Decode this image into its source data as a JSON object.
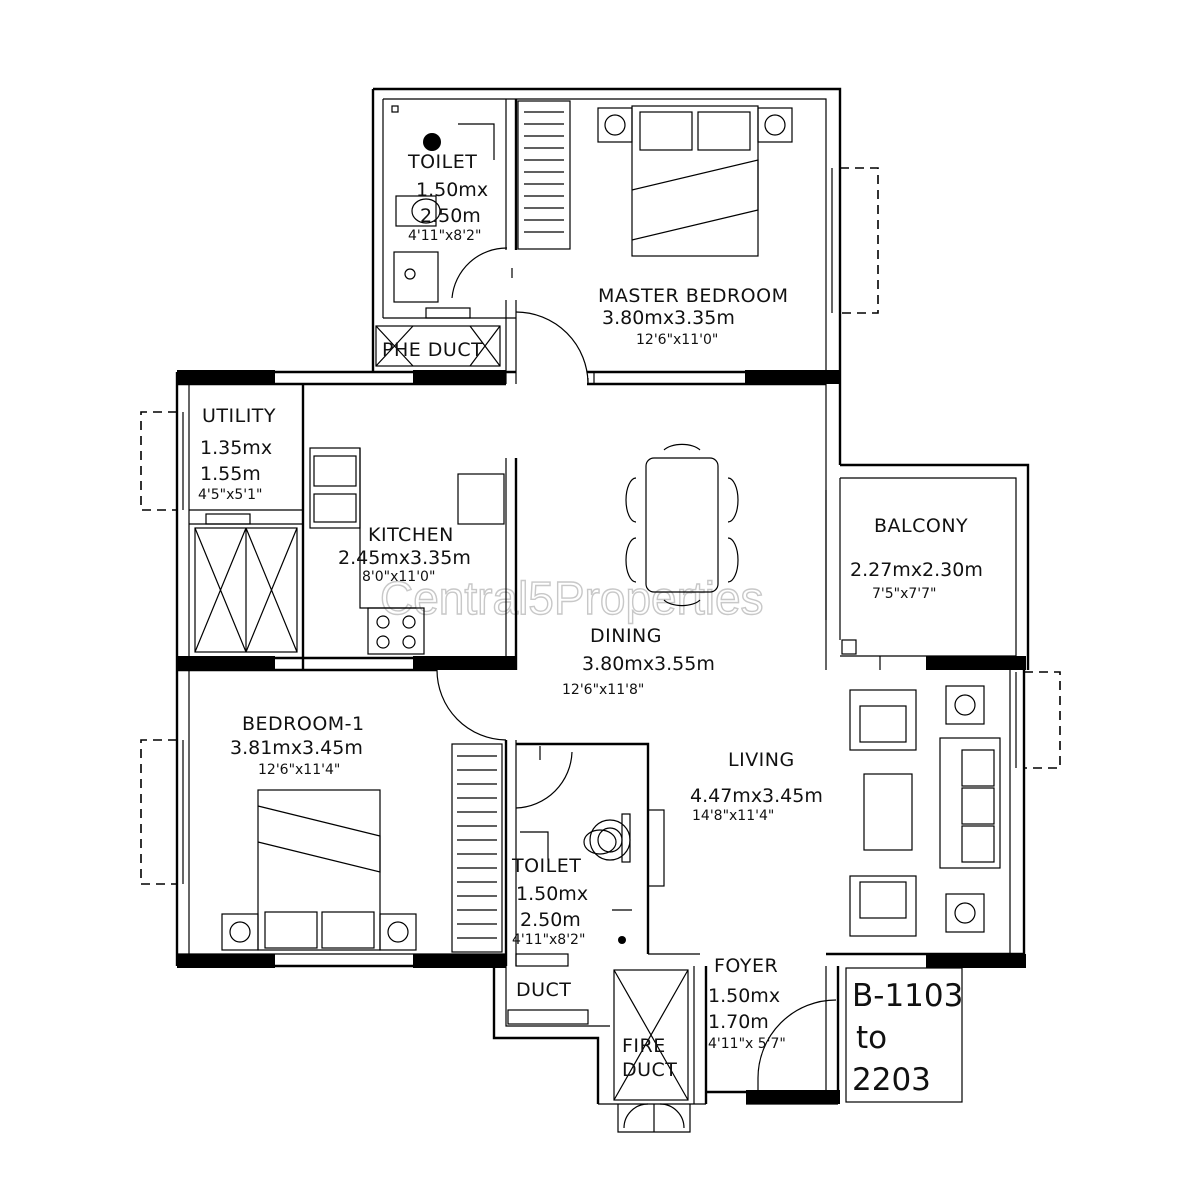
{
  "watermark": "Central5Properties",
  "rooms": {
    "toilet_top": {
      "name": "TOILET",
      "dim1": "1.50mx",
      "dim2": "2.50m",
      "imperial": "4'11\"x8'2\""
    },
    "master_bedroom": {
      "name": "MASTER BEDROOM",
      "dim": "3.80mx3.35m",
      "imperial": "12'6\"x11'0\""
    },
    "phe_duct": {
      "name": "PHE DUCT"
    },
    "utility": {
      "name": "UTILITY",
      "dim1": "1.35mx",
      "dim2": "1.55m",
      "imperial": "4'5\"x5'1\""
    },
    "kitchen": {
      "name": "KITCHEN",
      "dim": "2.45mx3.35m",
      "imperial": "8'0\"x11'0\""
    },
    "dining": {
      "name": "DINING",
      "dim": "3.80mx3.55m",
      "imperial": "12'6\"x11'8\""
    },
    "balcony": {
      "name": "BALCONY",
      "dim": "2.27mx2.30m",
      "imperial": "7'5\"x7'7\""
    },
    "bedroom1": {
      "name": "BEDROOM-1",
      "dim": "3.81mx3.45m",
      "imperial": "12'6\"x11'4\""
    },
    "living": {
      "name": "LIVING",
      "dim": "4.47mx3.45m",
      "imperial": "14'8\"x11'4\""
    },
    "toilet_bottom": {
      "name": "TOILET",
      "dim1": "1.50mx",
      "dim2": "2.50m",
      "imperial": "4'11\"x8'2\""
    },
    "duct": {
      "name": "DUCT"
    },
    "fire_duct": {
      "line1": "FIRE",
      "line2": "DUCT"
    },
    "foyer": {
      "name": "FOYER",
      "dim1": "1.50mx",
      "dim2": "1.70m",
      "imperial": "4'11\"x 5'7\""
    }
  },
  "unit_tag": {
    "line1": "B-1103",
    "line2": "to",
    "line3": "2203"
  }
}
